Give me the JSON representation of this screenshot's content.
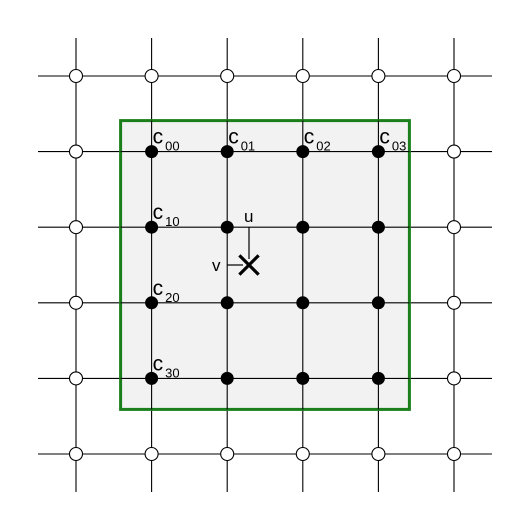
{
  "colors": {
    "grid_line": "#000000",
    "window_border": "#1a7f1a",
    "window_fill": "#f2f2f2",
    "inside_point": "#000000",
    "outside_point_fill": "#ffffff",
    "outside_point_stroke": "#000000",
    "sample_marker": "#000000"
  },
  "grid": {
    "columns": 6,
    "rows": 6
  },
  "window": {
    "columns": [
      1,
      2,
      3,
      4
    ],
    "rows": [
      1,
      2,
      3,
      4
    ]
  },
  "coefficients": [
    {
      "base": "c",
      "index": "00",
      "row": 1,
      "col": 1
    },
    {
      "base": "c",
      "index": "01",
      "row": 1,
      "col": 2
    },
    {
      "base": "c",
      "index": "02",
      "row": 1,
      "col": 3
    },
    {
      "base": "c",
      "index": "03",
      "row": 1,
      "col": 4
    },
    {
      "base": "c",
      "index": "10",
      "row": 2,
      "col": 1
    },
    {
      "base": "c",
      "index": "20",
      "row": 3,
      "col": 1
    },
    {
      "base": "c",
      "index": "30",
      "row": 4,
      "col": 1
    }
  ],
  "sample_point": {
    "marker": "cross-icon",
    "u_label": "u",
    "v_label": "v"
  }
}
